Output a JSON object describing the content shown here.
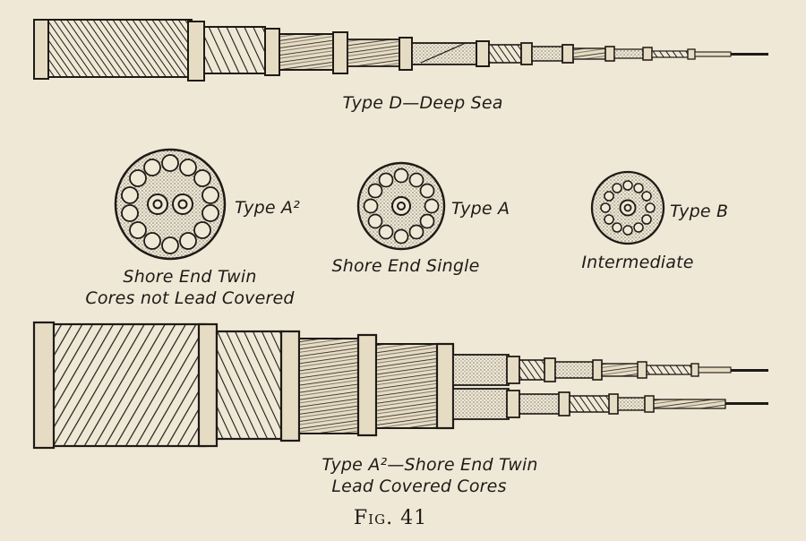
{
  "labels": {
    "deep_sea": "Type D—Deep Sea",
    "type_a2": "Type A²",
    "type_a": "Type A",
    "type_b": "Type B",
    "shore_end_twin_line1": "Shore End Twin",
    "shore_end_twin_line2": "Cores not Lead Covered",
    "shore_end_single": "Shore End Single",
    "intermediate": "Intermediate",
    "bottom_line1": "Type A²—Shore End Twin",
    "bottom_line2": "Lead Covered Cores"
  },
  "caption": "Fig. 41",
  "colors": {
    "ink": "#1e1a16",
    "paper": "#efe8d6"
  }
}
